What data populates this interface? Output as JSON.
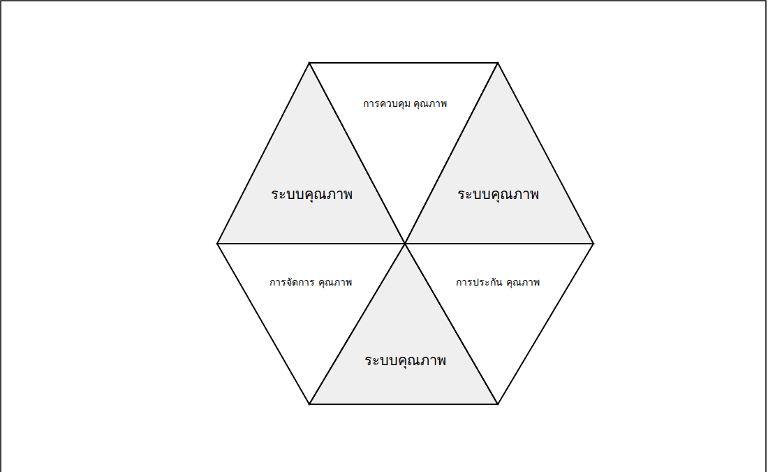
{
  "diagram": {
    "nodes": [
      {
        "text": [
          "ระบบคุณภาพ"
        ]
      },
      {
        "text": [
          "การควบคุม คุณภาพ"
        ]
      },
      {
        "text": [
          "ระบบคุณภาพ"
        ]
      },
      {
        "text": [
          "การจัดการ คุณภาพ"
        ]
      },
      {
        "text": [
          "ระบบคุณภาพ"
        ]
      },
      {
        "text": [
          "การประกัน คุณภาพ"
        ]
      }
    ]
  }
}
